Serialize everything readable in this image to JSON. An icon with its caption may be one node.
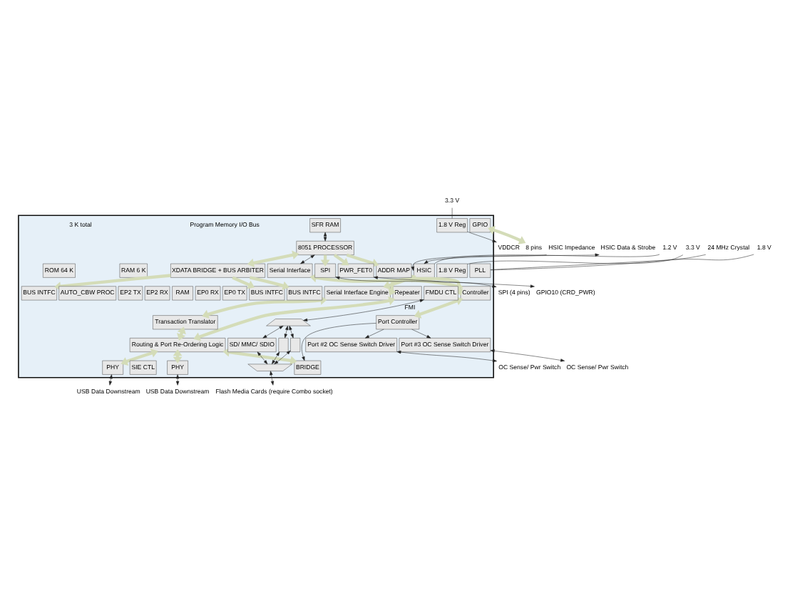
{
  "diagram": {
    "nodes": [
      {
        "text": [],
        "shape": "box"
      },
      {
        "text": [
          "HSIC"
        ],
        "in": 0
      },
      {
        "text": [
          "Repeater"
        ],
        "in": 0
      },
      {
        "text": [
          "1.8 V Reg"
        ],
        "in": 0
      },
      {
        "text": [
          "PLL"
        ],
        "in": 0
      },
      {
        "text": [
          "Serial Interface"
        ],
        "in": 0
      },
      {
        "text": [
          "Serial Interface Engine"
        ],
        "in": 0
      },
      {
        "text": [
          "Controller"
        ],
        "in": 0
      },
      {
        "text": [
          "Transaction Translator"
        ],
        "in": 0
      },
      {
        "text": [
          "Port Controller"
        ],
        "in": 0
      },
      {
        "text": [
          "1.8 V Reg"
        ],
        "in": 0
      },
      {
        "text": [
          "SFR RAM"
        ],
        "in": 0
      },
      {
        "text": [
          "8051 PROCESSOR"
        ],
        "in": 0
      },
      {
        "text": [
          "RAM 6 K"
        ],
        "in": 0
      },
      {
        "text": [
          "ROM 64 K"
        ],
        "in": 0
      },
      {
        "text": [
          "ADDR MAP"
        ],
        "in": 0
      },
      {
        "text": [
          "SPI"
        ],
        "in": 0
      },
      {
        "text": [
          "PWR_FET0"
        ],
        "in": 0
      },
      {
        "text": [
          "GPIO"
        ],
        "in": 0
      },
      {
        "text": [
          "XDATA BRIDGE + BUS ARBITER"
        ],
        "in": 0
      },
      {
        "text": [
          "EP0 TX"
        ],
        "in": 0
      },
      {
        "text": [
          "EP0 RX"
        ],
        "in": 0
      },
      {
        "text": [
          "RAM"
        ],
        "in": 0
      },
      {
        "text": [
          "EP2 RX"
        ],
        "in": 0
      },
      {
        "text": [
          "EP2 TX"
        ],
        "in": 0
      },
      {
        "text": [
          "BUS INTFC"
        ],
        "in": 0
      },
      {
        "text": [
          "Routing & Port Re-Ordering Logic"
        ],
        "in": 0
      },
      {
        "text": [
          "PHY"
        ],
        "in": 0
      },
      {
        "text": [
          "Port #3 OC Sense Switch Driver"
        ],
        "in": 0
      },
      {
        "text": [
          "PHY"
        ],
        "in": 0
      },
      {
        "text": [
          "Port #2 OC Sense Switch Driver"
        ],
        "in": 0
      },
      {
        "text": [
          "BRIDGE"
        ],
        "in": 0
      },
      {
        "text": [
          "SIE CTL"
        ],
        "in": 0
      },
      {
        "text": [
          "BUS INTFC"
        ],
        "in": 0
      },
      {
        "text": [
          "AUTO_CBW PROC"
        ],
        "in": 0
      },
      {
        "text": [
          "BUS INTFC"
        ],
        "in": 0
      },
      {
        "text": [
          "FMDU CTL"
        ],
        "in": 0
      },
      {
        "text": [],
        "shape": "trapezoid",
        "in": 0
      },
      {
        "text": [],
        "shape": "box",
        "in": 0
      },
      {
        "text": [],
        "shape": "box",
        "in": 0
      },
      {
        "text": [
          "SD/ MMC/ SDIO"
        ],
        "in": 0
      },
      {
        "text": [],
        "shape": "trapezoid",
        "in": 0
      },
      {
        "text": [
          "1.2 V"
        ]
      },
      {
        "text": [
          "HSIC Data & Strobe"
        ]
      },
      {
        "text": [
          "3.3 V"
        ]
      },
      {
        "text": [
          "1.8 V"
        ]
      },
      {
        "text": [
          "24 MHz Crystal"
        ]
      },
      {
        "text": [
          "HSIC Impedance"
        ]
      },
      {
        "text": [
          "3.3 V"
        ]
      },
      {
        "text": [
          "VDDCR"
        ]
      },
      {
        "text": [
          "SPI (4 pins)"
        ]
      },
      {
        "text": [
          "GPIO10 (CRD_PWR)"
        ]
      },
      {
        "text": [
          "8 pins"
        ]
      },
      {
        "text": [
          "USB Data Downstream"
        ]
      },
      {
        "text": [
          "OC Sense/ Pwr Switch"
        ]
      },
      {
        "text": [
          "USB Data Downstream"
        ]
      },
      {
        "text": [
          "OC Sense/ Pwr Switch"
        ]
      },
      {
        "text": [
          "Flash Media Cards (require Combo socket)"
        ]
      }
    ],
    "edges": [
      {
        "from": 42,
        "to": 1,
        "arrow": "none"
      },
      {
        "from": 43,
        "to": 1,
        "arrow": "both"
      },
      {
        "from": 44,
        "to": 3,
        "arrow": "none"
      },
      {
        "from": 45,
        "to": 4,
        "arrow": "none"
      },
      {
        "from": 46,
        "to": 4,
        "arrow": "none"
      },
      {
        "from": 47,
        "to": 1,
        "arrow": "to"
      },
      {
        "from": 48,
        "to": 10,
        "arrow": "none"
      },
      {
        "from": 10,
        "to": 49,
        "arrow": "to"
      },
      {
        "from": 1,
        "to": 6,
        "arrow": "both",
        "style": "thick",
        "color": "#d4dcb8"
      },
      {
        "from": 6,
        "to": 7,
        "arrow": "both",
        "style": "thick",
        "color": "#d4dcb8"
      },
      {
        "from": 5,
        "to": 7,
        "arrow": "both",
        "style": "thick",
        "color": "#d4dcb8"
      },
      {
        "from": 7,
        "to": 9,
        "arrow": "both",
        "style": "thick",
        "color": "#d4dcb8"
      },
      {
        "from": 6,
        "to": 8,
        "arrow": "both",
        "style": "thick",
        "color": "#d4dcb8"
      },
      {
        "from": 12,
        "to": 5,
        "arrow": "both"
      },
      {
        "from": 11,
        "to": 12,
        "arrow": "both"
      },
      {
        "from": 12,
        "to": 19,
        "arrow": "both",
        "style": "thick",
        "color": "#d4dcb8"
      },
      {
        "from": 12,
        "to": 15,
        "arrow": "to",
        "style": "thick",
        "color": "#d4dcb8"
      },
      {
        "from": 12,
        "to": 16,
        "arrow": "to",
        "style": "thick",
        "color": "#d4dcb8"
      },
      {
        "from": 12,
        "to": 17,
        "arrow": "to",
        "style": "thick",
        "color": "#d4dcb8"
      },
      {
        "from": 16,
        "to": 50,
        "arrow": "both"
      },
      {
        "from": 17,
        "to": 51,
        "arrow": "both"
      },
      {
        "from": 18,
        "to": 52,
        "arrow": "both",
        "style": "thick",
        "color": "#d4dcb8"
      },
      {
        "from": 19,
        "to": 25,
        "arrow": "to",
        "style": "thick",
        "color": "#d4dcb8"
      },
      {
        "from": 19,
        "to": 33,
        "arrow": "to",
        "style": "thick",
        "color": "#d4dcb8"
      },
      {
        "from": 19,
        "to": 35,
        "arrow": "to",
        "style": "thick",
        "color": "#d4dcb8"
      },
      {
        "from": 2,
        "to": 26,
        "arrow": "both",
        "style": "thick",
        "color": "#d4dcb8"
      },
      {
        "from": 8,
        "to": 26,
        "arrow": "both",
        "style": "thick",
        "color": "#d4dcb8"
      },
      {
        "from": 26,
        "to": 27,
        "arrow": "both",
        "style": "thick",
        "color": "#d4dcb8"
      },
      {
        "from": 26,
        "to": 29,
        "arrow": "both",
        "style": "thick",
        "color": "#d4dcb8"
      },
      {
        "from": 26,
        "to": 31,
        "arrow": "both",
        "style": "thick",
        "color": "#d4dcb8"
      },
      {
        "from": 9,
        "to": 31,
        "arrow": "to"
      },
      {
        "from": 9,
        "to": 28,
        "arrow": "to"
      },
      {
        "from": 9,
        "to": 30,
        "arrow": "to"
      },
      {
        "from": 27,
        "to": 53,
        "arrow": "both"
      },
      {
        "from": 28,
        "to": 54,
        "arrow": "both"
      },
      {
        "from": 29,
        "to": 55,
        "arrow": "both"
      },
      {
        "from": 30,
        "to": 56,
        "arrow": "both"
      },
      {
        "from": 36,
        "to": 37,
        "arrow": "both",
        "label": "FMI"
      },
      {
        "from": 37,
        "to": 38,
        "arrow": "both"
      },
      {
        "from": 37,
        "to": 39,
        "arrow": "both"
      },
      {
        "from": 37,
        "to": 40,
        "arrow": "both"
      },
      {
        "from": 38,
        "to": 41,
        "arrow": "both"
      },
      {
        "from": 39,
        "to": 41,
        "arrow": "both"
      },
      {
        "from": 40,
        "to": 41,
        "arrow": "both"
      },
      {
        "from": 41,
        "to": 57,
        "arrow": "both"
      }
    ],
    "labels": [
      "Program Memory I/O Bus",
      "3 K total"
    ]
  }
}
